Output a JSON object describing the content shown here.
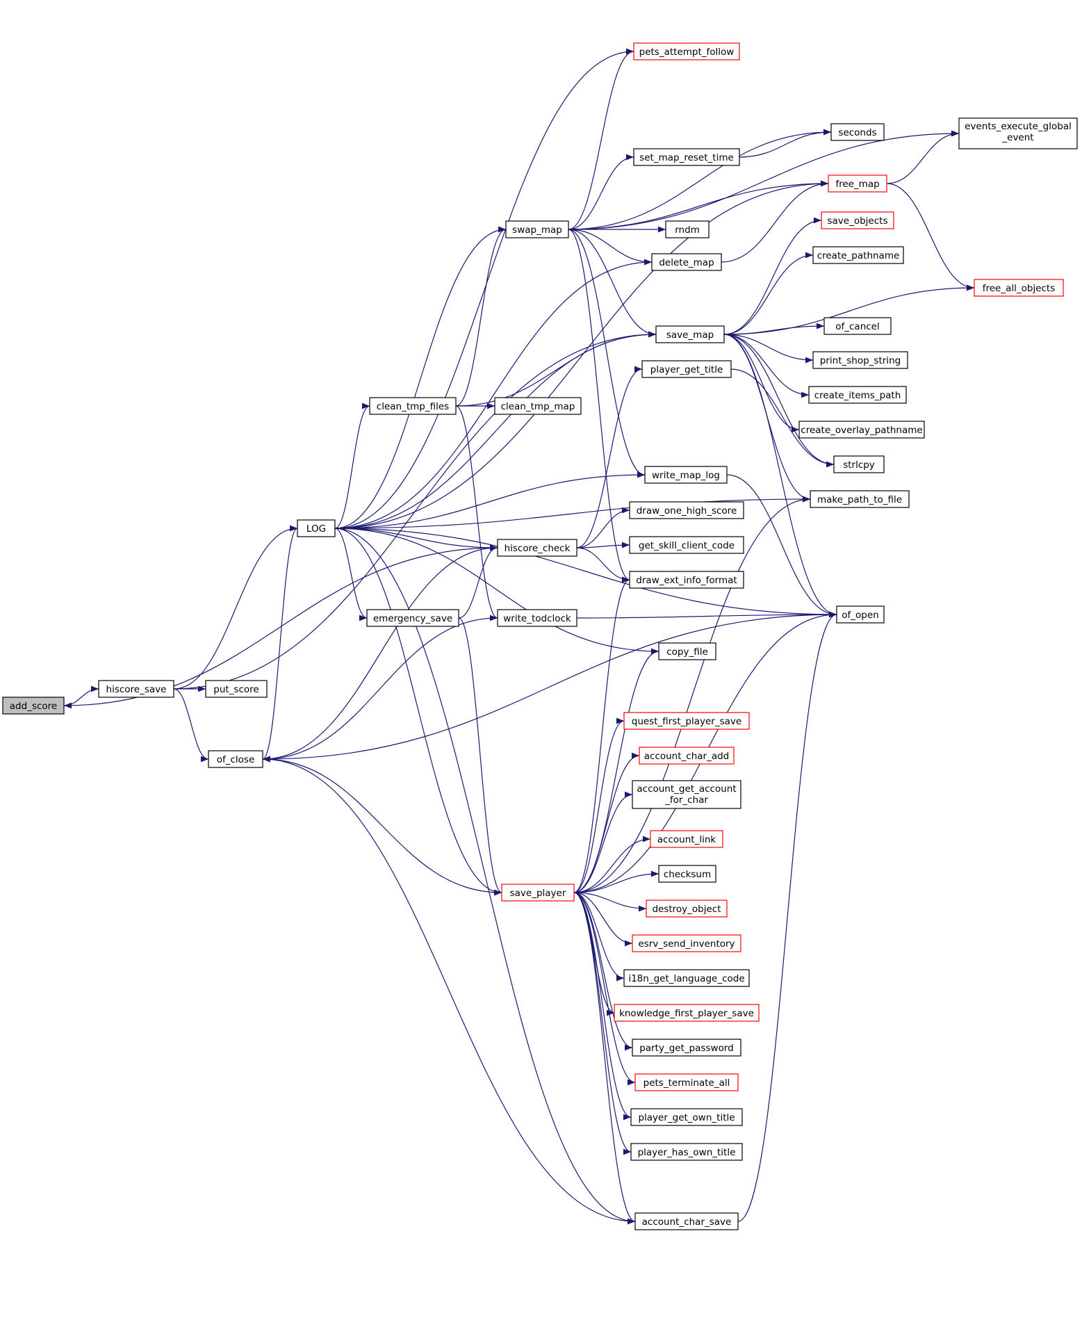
{
  "colors": {
    "edge": "#191970",
    "border_normal": "#000000",
    "border_truncated": "#ff0000",
    "fill_root": "#bfbfbf",
    "fill_normal": "#ffffff"
  },
  "nodes": [
    {
      "id": "add_score",
      "label": "add_score",
      "kind": "root"
    },
    {
      "id": "hiscore_save",
      "label": "hiscore_save",
      "kind": "normal"
    },
    {
      "id": "put_score",
      "label": "put_score",
      "kind": "normal"
    },
    {
      "id": "of_close",
      "label": "of_close",
      "kind": "normal"
    },
    {
      "id": "LOG",
      "label": "LOG",
      "kind": "normal"
    },
    {
      "id": "clean_tmp_files",
      "label": "clean_tmp_files",
      "kind": "normal"
    },
    {
      "id": "clean_tmp_map",
      "label": "clean_tmp_map",
      "kind": "normal"
    },
    {
      "id": "emergency_save",
      "label": "emergency_save",
      "kind": "normal"
    },
    {
      "id": "swap_map",
      "label": "swap_map",
      "kind": "normal"
    },
    {
      "id": "hiscore_check",
      "label": "hiscore_check",
      "kind": "normal"
    },
    {
      "id": "write_todclock",
      "label": "write_todclock",
      "kind": "normal"
    },
    {
      "id": "save_player",
      "label": "save_player",
      "kind": "truncated"
    },
    {
      "id": "pets_attempt_follow",
      "label": "pets_attempt_follow",
      "kind": "truncated"
    },
    {
      "id": "set_map_reset_time",
      "label": "set_map_reset_time",
      "kind": "normal"
    },
    {
      "id": "rndm",
      "label": "rndm",
      "kind": "normal"
    },
    {
      "id": "delete_map",
      "label": "delete_map",
      "kind": "normal"
    },
    {
      "id": "save_map",
      "label": "save_map",
      "kind": "normal"
    },
    {
      "id": "player_get_title",
      "label": "player_get_title",
      "kind": "normal"
    },
    {
      "id": "write_map_log",
      "label": "write_map_log",
      "kind": "normal"
    },
    {
      "id": "draw_one_high_score",
      "label": "draw_one_high_score",
      "kind": "normal"
    },
    {
      "id": "get_skill_client_code",
      "label": "get_skill_client_code",
      "kind": "normal"
    },
    {
      "id": "draw_ext_info_format",
      "label": "draw_ext_info_format",
      "kind": "normal"
    },
    {
      "id": "copy_file",
      "label": "copy_file",
      "kind": "normal"
    },
    {
      "id": "quest_first_player_save",
      "label": "quest_first_player_save",
      "kind": "truncated"
    },
    {
      "id": "account_char_add",
      "label": "account_char_add",
      "kind": "truncated"
    },
    {
      "id": "account_get_account_for_char",
      "label": "account_get_account\n_for_char",
      "kind": "normal"
    },
    {
      "id": "account_link",
      "label": "account_link",
      "kind": "truncated"
    },
    {
      "id": "checksum",
      "label": "checksum",
      "kind": "normal"
    },
    {
      "id": "destroy_object",
      "label": "destroy_object",
      "kind": "truncated"
    },
    {
      "id": "esrv_send_inventory",
      "label": "esrv_send_inventory",
      "kind": "truncated"
    },
    {
      "id": "i18n_get_language_code",
      "label": "i18n_get_language_code",
      "kind": "normal"
    },
    {
      "id": "knowledge_first_player_save",
      "label": "knowledge_first_player_save",
      "kind": "truncated"
    },
    {
      "id": "party_get_password",
      "label": "party_get_password",
      "kind": "normal"
    },
    {
      "id": "pets_terminate_all",
      "label": "pets_terminate_all",
      "kind": "truncated"
    },
    {
      "id": "player_get_own_title",
      "label": "player_get_own_title",
      "kind": "normal"
    },
    {
      "id": "player_has_own_title",
      "label": "player_has_own_title",
      "kind": "normal"
    },
    {
      "id": "account_char_save",
      "label": "account_char_save",
      "kind": "normal"
    },
    {
      "id": "seconds",
      "label": "seconds",
      "kind": "normal"
    },
    {
      "id": "free_map",
      "label": "free_map",
      "kind": "truncated"
    },
    {
      "id": "save_objects",
      "label": "save_objects",
      "kind": "truncated"
    },
    {
      "id": "create_pathname",
      "label": "create_pathname",
      "kind": "normal"
    },
    {
      "id": "of_cancel",
      "label": "of_cancel",
      "kind": "normal"
    },
    {
      "id": "print_shop_string",
      "label": "print_shop_string",
      "kind": "normal"
    },
    {
      "id": "create_items_path",
      "label": "create_items_path",
      "kind": "normal"
    },
    {
      "id": "create_overlay_pathname",
      "label": "create_overlay_pathname",
      "kind": "normal"
    },
    {
      "id": "strlcpy",
      "label": "strlcpy",
      "kind": "normal"
    },
    {
      "id": "make_path_to_file",
      "label": "make_path_to_file",
      "kind": "normal"
    },
    {
      "id": "of_open",
      "label": "of_open",
      "kind": "normal"
    },
    {
      "id": "events_execute_global_event",
      "label": "events_execute_global\n_event",
      "kind": "normal"
    },
    {
      "id": "free_all_objects",
      "label": "free_all_objects",
      "kind": "truncated"
    }
  ],
  "edges": [
    {
      "from": "add_score",
      "to": "hiscore_save"
    },
    {
      "from": "hiscore_save",
      "to": "put_score"
    },
    {
      "from": "hiscore_save",
      "to": "of_close"
    },
    {
      "from": "hiscore_save",
      "to": "LOG"
    },
    {
      "from": "hiscore_save",
      "to": "save_map"
    },
    {
      "from": "of_close",
      "to": "LOG"
    },
    {
      "from": "of_close",
      "to": "of_open"
    },
    {
      "from": "LOG",
      "to": "clean_tmp_files"
    },
    {
      "from": "LOG",
      "to": "emergency_save"
    },
    {
      "from": "LOG",
      "to": "hiscore_check"
    },
    {
      "from": "LOG",
      "to": "save_player"
    },
    {
      "from": "LOG",
      "to": "swap_map"
    },
    {
      "from": "LOG",
      "to": "delete_map"
    },
    {
      "from": "LOG",
      "to": "write_map_log"
    },
    {
      "from": "LOG",
      "to": "pets_attempt_follow"
    },
    {
      "from": "LOG",
      "to": "copy_file"
    },
    {
      "from": "LOG",
      "to": "account_char_save"
    },
    {
      "from": "LOG",
      "to": "make_path_to_file"
    },
    {
      "from": "LOG",
      "to": "of_open"
    },
    {
      "from": "LOG",
      "to": "free_map"
    },
    {
      "from": "LOG",
      "to": "save_map"
    },
    {
      "from": "clean_tmp_files",
      "to": "clean_tmp_map"
    },
    {
      "from": "clean_tmp_files",
      "to": "swap_map"
    },
    {
      "from": "clean_tmp_files",
      "to": "save_map"
    },
    {
      "from": "clean_tmp_files",
      "to": "write_todclock"
    },
    {
      "from": "emergency_save",
      "to": "hiscore_check"
    },
    {
      "from": "emergency_save",
      "to": "save_player"
    },
    {
      "from": "hiscore_check",
      "to": "player_get_title"
    },
    {
      "from": "hiscore_check",
      "to": "draw_one_high_score"
    },
    {
      "from": "hiscore_check",
      "to": "get_skill_client_code"
    },
    {
      "from": "hiscore_check",
      "to": "draw_ext_info_format"
    },
    {
      "from": "hiscore_check",
      "to": "add_score"
    },
    {
      "from": "hiscore_check",
      "to": "of_close"
    },
    {
      "from": "write_todclock",
      "to": "of_open"
    },
    {
      "from": "write_todclock",
      "to": "of_close"
    },
    {
      "from": "swap_map",
      "to": "pets_attempt_follow"
    },
    {
      "from": "swap_map",
      "to": "seconds"
    },
    {
      "from": "swap_map",
      "to": "set_map_reset_time"
    },
    {
      "from": "swap_map",
      "to": "events_execute_global_event"
    },
    {
      "from": "swap_map",
      "to": "free_map"
    },
    {
      "from": "swap_map",
      "to": "rndm"
    },
    {
      "from": "swap_map",
      "to": "delete_map"
    },
    {
      "from": "swap_map",
      "to": "save_map"
    },
    {
      "from": "swap_map",
      "to": "write_map_log"
    },
    {
      "from": "swap_map",
      "to": "draw_ext_info_format"
    },
    {
      "from": "set_map_reset_time",
      "to": "seconds"
    },
    {
      "from": "delete_map",
      "to": "free_map"
    },
    {
      "from": "free_map",
      "to": "events_execute_global_event"
    },
    {
      "from": "free_map",
      "to": "free_all_objects"
    },
    {
      "from": "save_map",
      "to": "save_objects"
    },
    {
      "from": "save_map",
      "to": "create_pathname"
    },
    {
      "from": "save_map",
      "to": "free_all_objects"
    },
    {
      "from": "save_map",
      "to": "of_cancel"
    },
    {
      "from": "save_map",
      "to": "print_shop_string"
    },
    {
      "from": "save_map",
      "to": "create_items_path"
    },
    {
      "from": "save_map",
      "to": "create_overlay_pathname"
    },
    {
      "from": "save_map",
      "to": "strlcpy"
    },
    {
      "from": "save_map",
      "to": "make_path_to_file"
    },
    {
      "from": "save_map",
      "to": "of_open"
    },
    {
      "from": "player_get_title",
      "to": "strlcpy"
    },
    {
      "from": "write_map_log",
      "to": "of_open"
    },
    {
      "from": "save_player",
      "to": "of_close"
    },
    {
      "from": "save_player",
      "to": "draw_ext_info_format"
    },
    {
      "from": "save_player",
      "to": "copy_file"
    },
    {
      "from": "save_player",
      "to": "make_path_to_file"
    },
    {
      "from": "save_player",
      "to": "quest_first_player_save"
    },
    {
      "from": "save_player",
      "to": "account_char_add"
    },
    {
      "from": "save_player",
      "to": "account_get_account_for_char"
    },
    {
      "from": "save_player",
      "to": "account_link"
    },
    {
      "from": "save_player",
      "to": "checksum"
    },
    {
      "from": "save_player",
      "to": "destroy_object"
    },
    {
      "from": "save_player",
      "to": "esrv_send_inventory"
    },
    {
      "from": "save_player",
      "to": "i18n_get_language_code"
    },
    {
      "from": "save_player",
      "to": "knowledge_first_player_save"
    },
    {
      "from": "save_player",
      "to": "party_get_password"
    },
    {
      "from": "save_player",
      "to": "pets_terminate_all"
    },
    {
      "from": "save_player",
      "to": "player_get_own_title"
    },
    {
      "from": "save_player",
      "to": "player_has_own_title"
    },
    {
      "from": "save_player",
      "to": "account_char_save"
    },
    {
      "from": "save_player",
      "to": "of_open"
    },
    {
      "from": "account_char_save",
      "to": "of_close"
    },
    {
      "from": "account_char_save",
      "to": "of_open"
    }
  ]
}
